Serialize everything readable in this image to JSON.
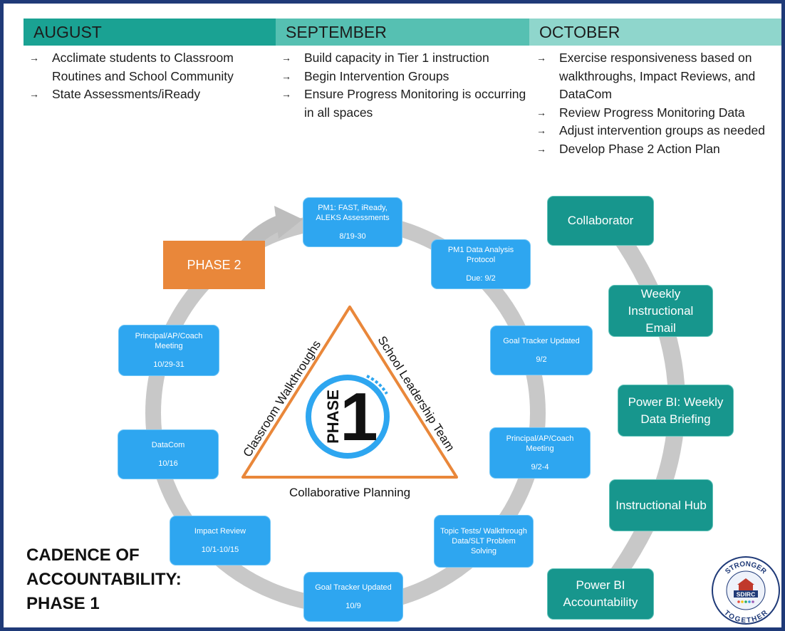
{
  "months": [
    {
      "name": "AUGUST",
      "items": [
        "Acclimate students to Classroom Routines and School Community",
        "State Assessments/iReady"
      ],
      "color": "#1aa293"
    },
    {
      "name": "SEPTEMBER",
      "items": [
        "Build capacity in Tier 1 instruction",
        "Begin Intervention Groups",
        "Ensure Progress Monitoring is occurring in all spaces"
      ],
      "color": "#56c0b2"
    },
    {
      "name": "OCTOBER",
      "items": [
        "Exercise responsiveness based on walkthroughs, Impact Reviews, and DataCom",
        "Review Progress Monitoring Data",
        "Adjust intervention groups as needed",
        "Develop Phase 2 Action Plan"
      ],
      "color": "#8fd6cc"
    }
  ],
  "cycle": [
    {
      "label": "PM1: FAST, iReady, ALEKS Assessments",
      "date": "8/19-30"
    },
    {
      "label": "PM1 Data Analysis Protocol",
      "date": "Due: 9/2"
    },
    {
      "label": "Goal Tracker Updated",
      "date": "9/2"
    },
    {
      "label": "Principal/AP/Coach Meeting",
      "date": "9/2-4"
    },
    {
      "label": "Topic Tests/ Walkthrough Data/SLT Problem Solving",
      "date": ""
    },
    {
      "label": "Goal Tracker Updated",
      "date": "10/9"
    },
    {
      "label": "Impact Review",
      "date": "10/1-10/15"
    },
    {
      "label": "DataCom",
      "date": "10/16"
    },
    {
      "label": "Principal/AP/Coach Meeting",
      "date": "10/29-31"
    }
  ],
  "next_phase": "PHASE 2",
  "triangle": {
    "left": "Classroom Walkthroughs",
    "right": "School Leadership Team",
    "bottom": "Collaborative Planning"
  },
  "center": {
    "word": "PHASE",
    "number": "1"
  },
  "supports": [
    "Collaborator",
    "Weekly Instructional Email",
    "Power BI: Weekly Data Briefing",
    "Instructional Hub",
    "Power BI Accountability"
  ],
  "title": {
    "line1": "CADENCE OF",
    "line2": "ACCOUNTABILITY:",
    "line3": "PHASE 1"
  },
  "logo": {
    "top": "STRONGER",
    "middle": "SDIRC",
    "bottom": "TOGETHER"
  },
  "colors": {
    "frame": "#1f3a78",
    "blue_box": "#2ea6f0",
    "teal_box": "#17968d",
    "phase2": "#e9873a",
    "triangle": "#e9873a",
    "ring": "#c8c8c8",
    "phase1_ring": "#2ea6f0"
  }
}
